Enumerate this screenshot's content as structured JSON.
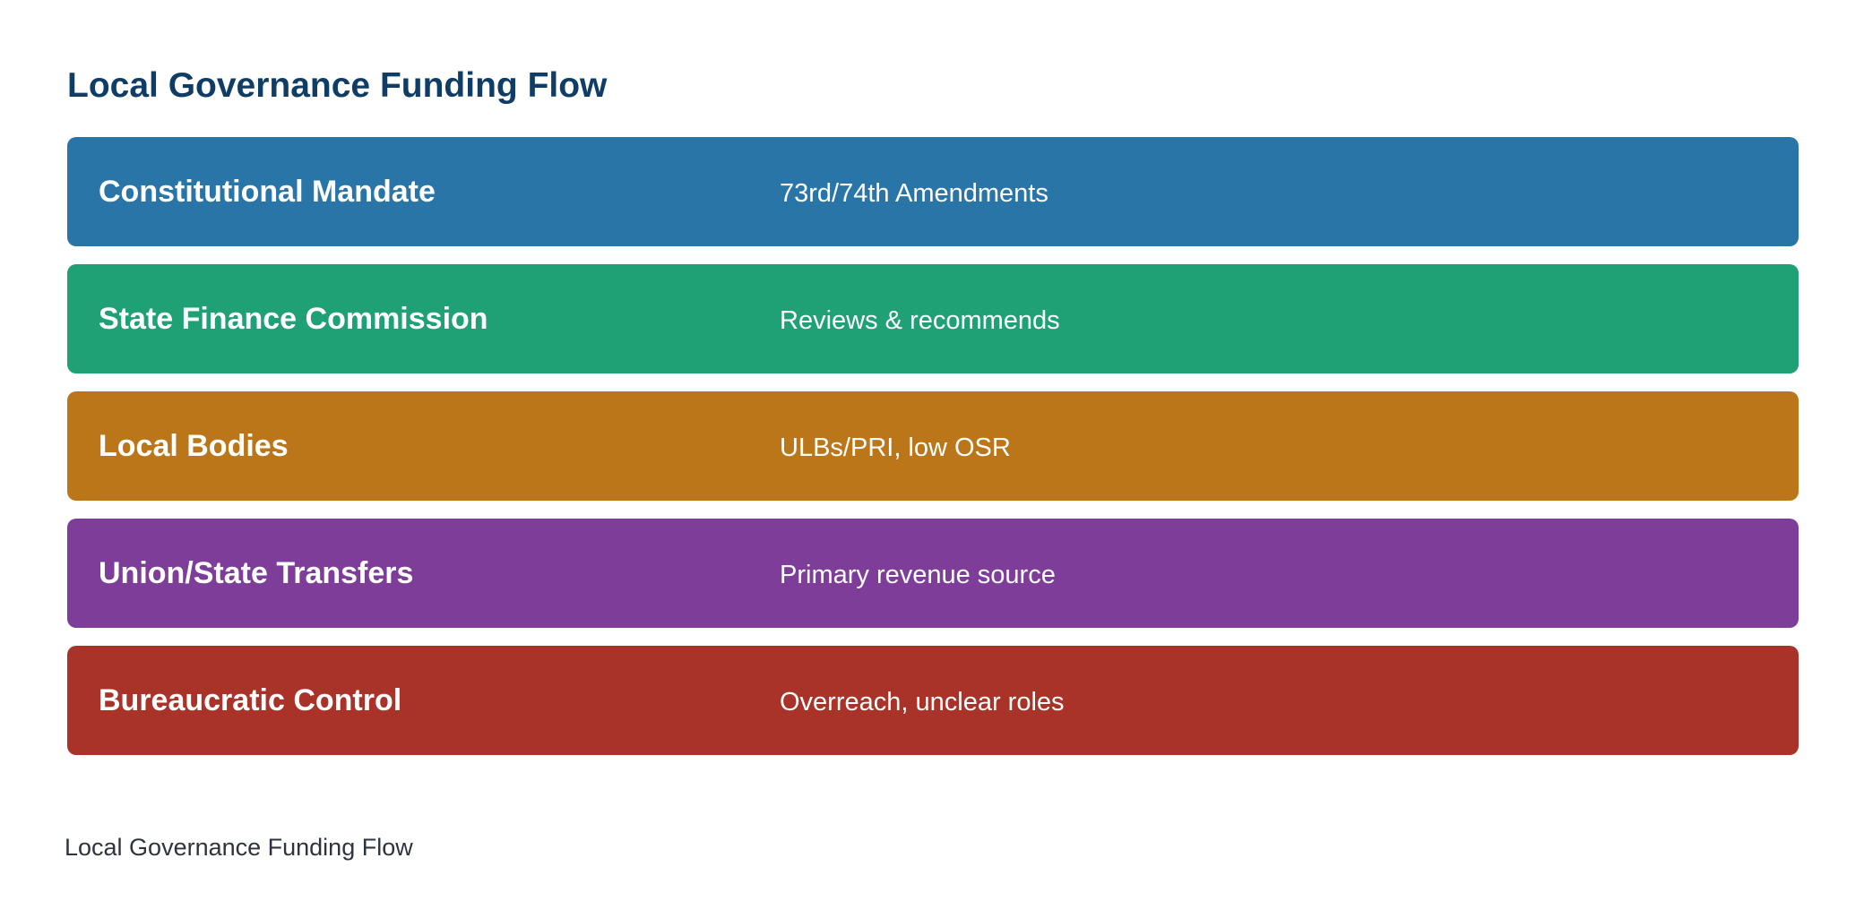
{
  "title": "Local Governance Funding Flow",
  "rows": [
    {
      "label": "Constitutional Mandate",
      "description": "73rd/74th Amendments",
      "color": "#2a75a8"
    },
    {
      "label": "State Finance Commission",
      "description": "Reviews & recommends",
      "color": "#1fa075"
    },
    {
      "label": "Local Bodies",
      "description": "ULBs/PRI, low OSR",
      "color": "#bb7619"
    },
    {
      "label": "Union/State Transfers",
      "description": "Primary revenue source",
      "color": "#7d3d98"
    },
    {
      "label": "Bureaucratic Control",
      "description": "Overreach, unclear roles",
      "color": "#a93328"
    }
  ],
  "caption": "Local Governance Funding Flow"
}
